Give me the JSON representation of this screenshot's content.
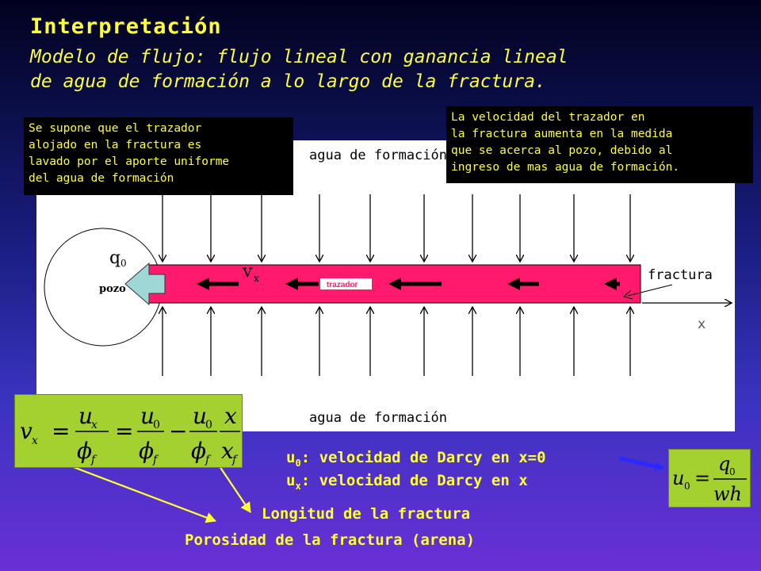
{
  "header": {
    "title": "Interpretación",
    "subtitle_line1": "Modelo de flujo: flujo lineal con ganancia lineal",
    "subtitle_line2": "de agua de formación a lo largo de la fractura."
  },
  "notes": {
    "left": [
      "Se supone que el trazador",
      "alojado en la fractura es",
      "lavado por el aporte uniforme",
      "del agua de formación"
    ],
    "right": [
      "La velocidad del trazador en",
      "la fractura aumenta en la medida",
      "que se acerca al pozo, debido al",
      "ingreso de mas agua de formación."
    ]
  },
  "diagram": {
    "top_label": "agua de formación",
    "bottom_label": "agua de formación",
    "well_label": "pozo",
    "q0_label": "q",
    "q0_sub": "0",
    "vx_label": "v",
    "vx_sub": "x",
    "tracer_label": "trazador",
    "fracture_label": "fractura",
    "x_axis_label": "x"
  },
  "definitions": {
    "u0_sym": "u",
    "u0_sub": "0",
    "u0_text": ": velocidad de Darcy en x=0",
    "ux_sym": "u",
    "ux_sub": "x",
    "ux_text": ": velocidad de Darcy en x"
  },
  "labels": {
    "fracture_length": "Longitud de la fractura",
    "fracture_porosity": "Porosidad de la fractura (arena)"
  },
  "colors": {
    "accent_text": "#ffff33",
    "fracture_fill": "#ff1a6e",
    "formula_bg": "#a4d030",
    "well_arrow": "#9fd6d6"
  }
}
